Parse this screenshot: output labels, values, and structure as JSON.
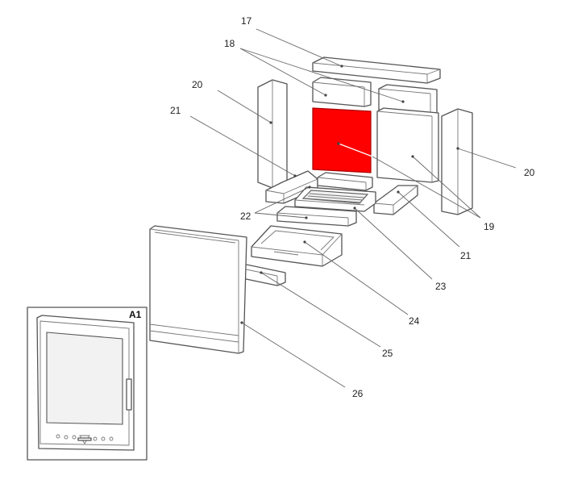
{
  "highlight_color": "#ff0000",
  "inset": {
    "label": "A1"
  },
  "callouts": [
    {
      "id": "17",
      "label": "17"
    },
    {
      "id": "18",
      "label": "18"
    },
    {
      "id": "19",
      "label": "19"
    },
    {
      "id": "20-left",
      "label": "20"
    },
    {
      "id": "20-right",
      "label": "20"
    },
    {
      "id": "21-left",
      "label": "21"
    },
    {
      "id": "21-right",
      "label": "21"
    },
    {
      "id": "22",
      "label": "22"
    },
    {
      "id": "23",
      "label": "23"
    },
    {
      "id": "24",
      "label": "24"
    },
    {
      "id": "25",
      "label": "25"
    },
    {
      "id": "26",
      "label": "26"
    }
  ]
}
